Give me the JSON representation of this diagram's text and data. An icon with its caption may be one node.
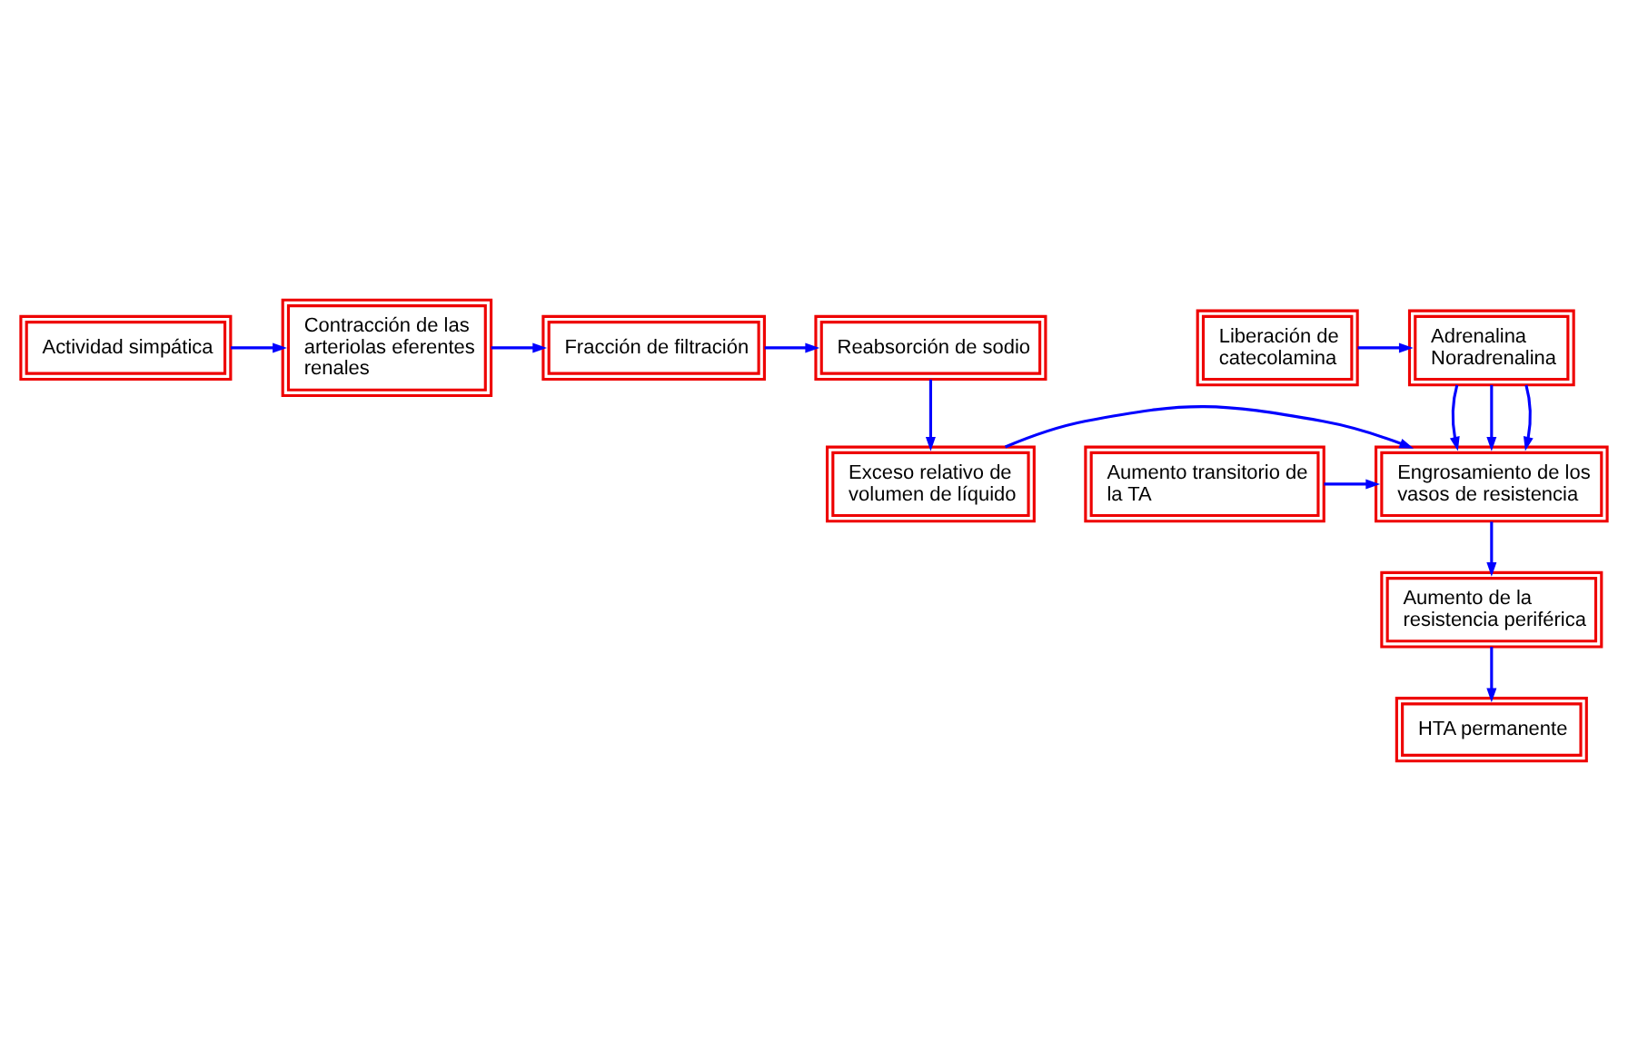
{
  "diagram": {
    "nodes": [
      {
        "text": [
          "Actividad simpática"
        ]
      },
      {
        "text": [
          "Contracción de las arteriolas eferentes renales"
        ]
      },
      {
        "text": [
          "Fracción de filtración"
        ]
      },
      {
        "text": [
          "Reabsorción de sodio"
        ]
      },
      {
        "text": [
          "Liberación de catecolamina"
        ]
      },
      {
        "text": [
          "Adrenalina Noradrenalina"
        ]
      },
      {
        "text": [
          "Aumento transitorio de la TA"
        ]
      },
      {
        "text": [
          "Engrosamiento de los vasos de resistencia"
        ]
      },
      {
        "text": [
          "Exceso relativo de volumen de líquido"
        ]
      },
      {
        "text": [
          "Aumento de la resistencia periférica"
        ]
      },
      {
        "text": [
          "HTA permanente"
        ]
      }
    ],
    "edges": [
      {
        "from": 0,
        "to": 1,
        "arrow": "to"
      },
      {
        "from": 1,
        "to": 2,
        "arrow": "to"
      },
      {
        "from": 2,
        "to": 3,
        "arrow": "to"
      },
      {
        "from": 4,
        "to": 5,
        "arrow": "to"
      },
      {
        "from": 3,
        "to": 8,
        "arrow": "to"
      },
      {
        "from": 5,
        "to": 7,
        "arrow": "to"
      },
      {
        "from": 5,
        "to": 7,
        "arrow": "to"
      },
      {
        "from": 5,
        "to": 7,
        "arrow": "to"
      },
      {
        "from": 6,
        "to": 7,
        "arrow": "to"
      },
      {
        "from": 8,
        "to": 7,
        "arrow": "to"
      },
      {
        "from": 7,
        "to": 9,
        "arrow": "to"
      },
      {
        "from": 9,
        "to": 10,
        "arrow": "to"
      }
    ]
  }
}
